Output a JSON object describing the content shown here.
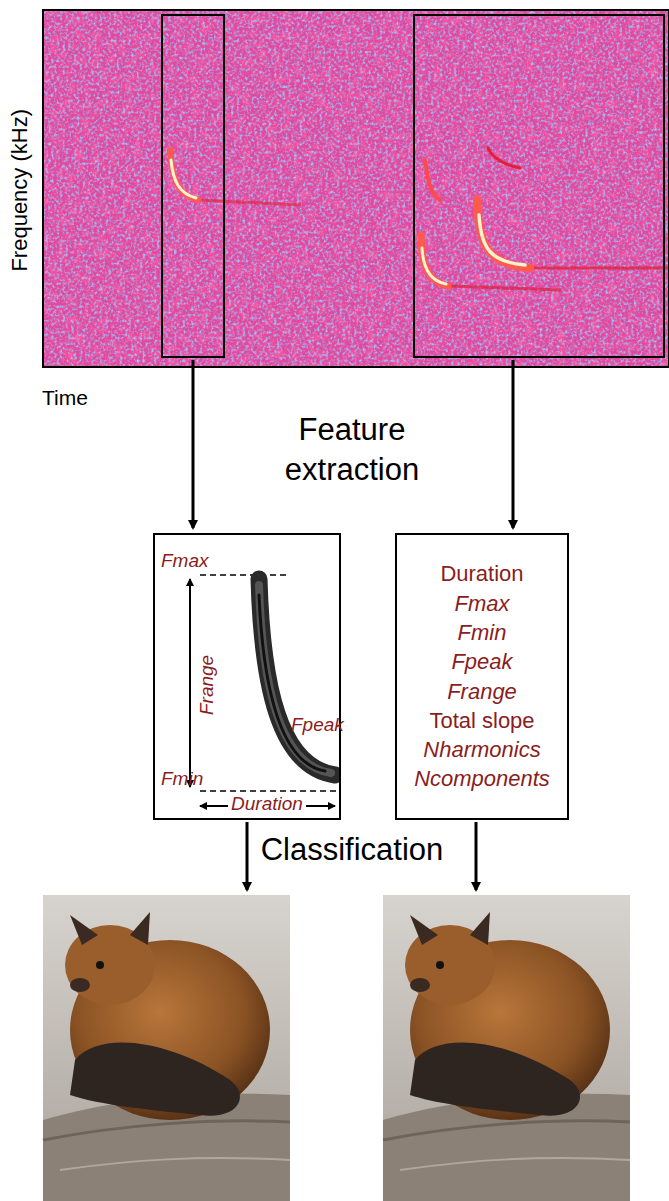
{
  "diagram": {
    "nodes": [
      {
        "text": [
          "Fmax",
          "Fmin",
          "Frange",
          "Fpeak",
          "Duration"
        ]
      },
      {
        "text": [
          "Duration",
          "Fmax",
          "Fmin",
          "Fpeak",
          "Frange",
          "Total slope",
          "Nharmonics",
          "Ncomponents"
        ]
      }
    ],
    "labels": [
      "Frequency (kHz)",
      "Time",
      "Feature extraction",
      "Classification"
    ]
  }
}
